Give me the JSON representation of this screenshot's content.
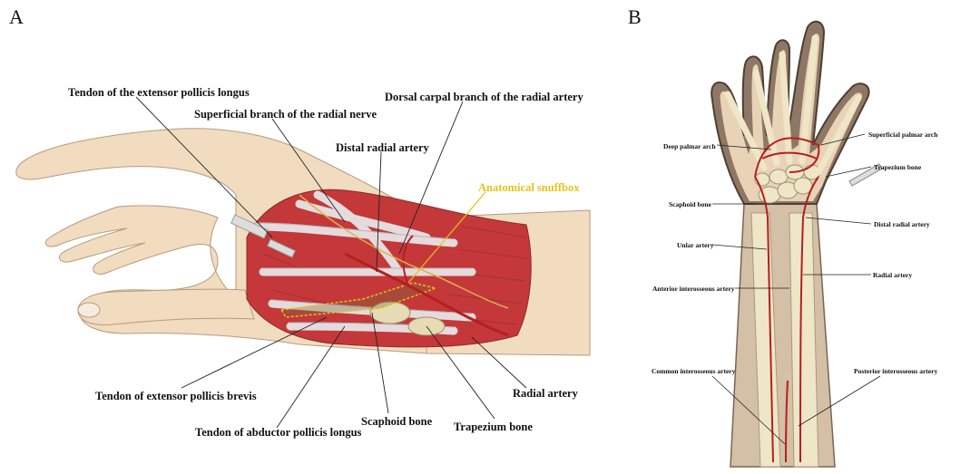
{
  "panel_a": {
    "letter": "A",
    "labels": {
      "tendon_epl": "Tendon of the extensor pollicis longus",
      "superficial_branch": "Superficial branch of the radial nerve",
      "dorsal_carpal": "Dorsal carpal branch of the radial artery",
      "distal_radial": "Distal radial artery",
      "snuffbox": "Anatomical snuffbox",
      "tendon_epb": "Tendon of extensor pollicis brevis",
      "tendon_apl": "Tendon of abductor pollicis longus",
      "scaphoid": "Scaphoid bone",
      "trapezium": "Trapezium bone",
      "radial_artery": "Radial artery"
    }
  },
  "panel_b": {
    "letter": "B",
    "labels": {
      "deep_palmar": "Deep palmar arch",
      "superficial_palmar": "Superficial palmar arch",
      "trapezium": "Trapezium bone",
      "scaphoid": "Scaphoid bone",
      "distal_radial": "Distal radial artery",
      "ulnar": "Unlar artery",
      "radial": "Radial artery",
      "anterior_interosseous": "Anterior interosseous artery",
      "common_interosseous": "Common interosseous artery",
      "posterior_interosseous": "Posterior interosseous artery"
    }
  },
  "colors": {
    "skin": "#f1dcc0",
    "muscle": "#c4383a",
    "tendon": "#e7e4e6",
    "bone": "#efe6c8",
    "artery": "#b51f1f",
    "snuffbox": "#e3c21a"
  }
}
